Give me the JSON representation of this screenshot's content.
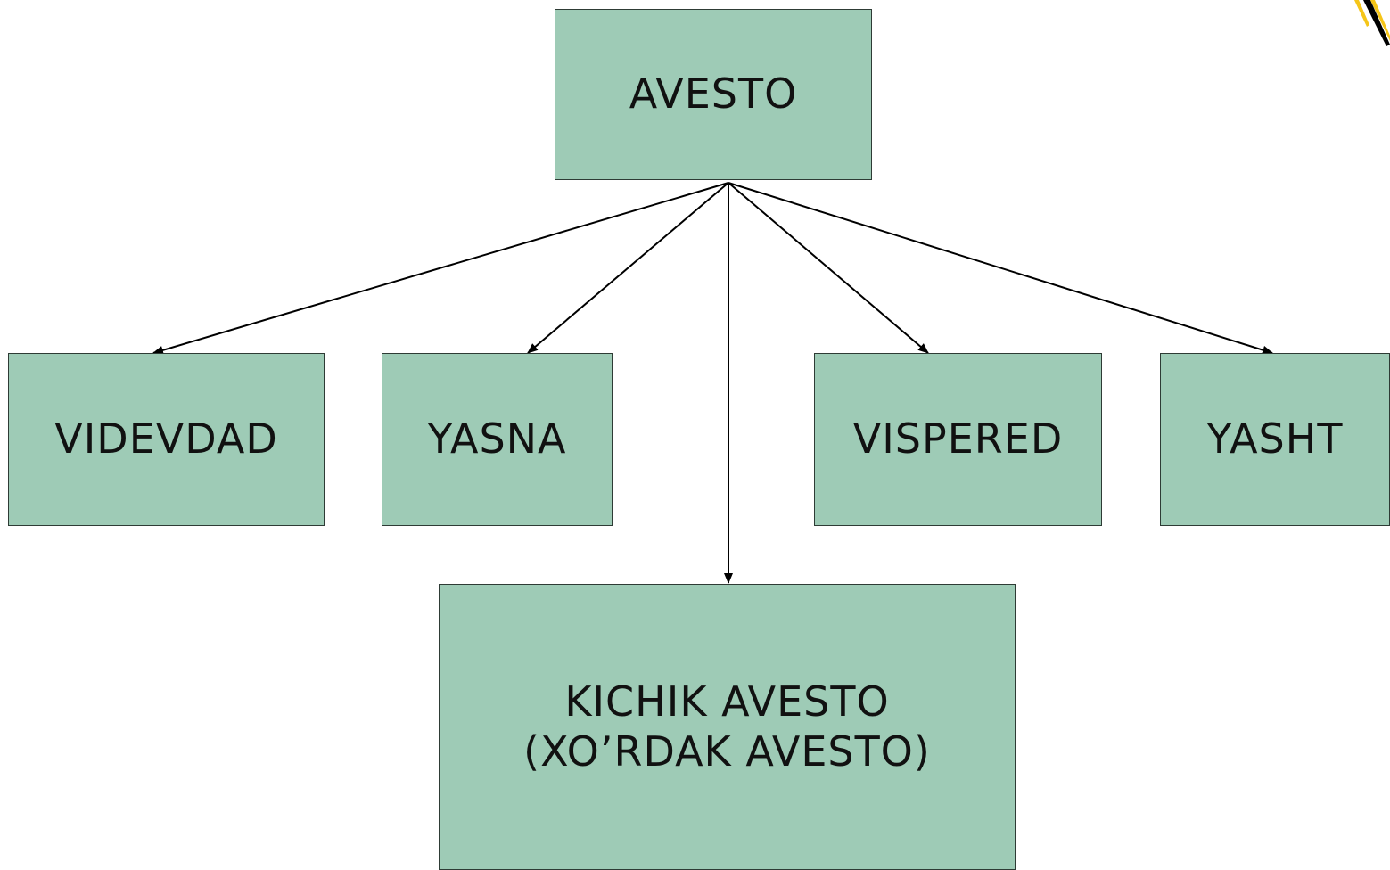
{
  "diagram": {
    "nodes": [
      {
        "id": "avesto",
        "label": "AVESTO"
      },
      {
        "id": "videvdad",
        "label": "VIDEVDAD"
      },
      {
        "id": "yasna",
        "label": "YASNA"
      },
      {
        "id": "vispered",
        "label": "VISPERED"
      },
      {
        "id": "yasht",
        "label": "YASHT"
      },
      {
        "id": "kichik",
        "label": "KICHIK AVESTO\n(XO’RDAK AVESTO)"
      }
    ],
    "edges": [
      {
        "from": "avesto",
        "to": "videvdad"
      },
      {
        "from": "avesto",
        "to": "yasna"
      },
      {
        "from": "avesto",
        "to": "kichik"
      },
      {
        "from": "avesto",
        "to": "vispered"
      },
      {
        "from": "avesto",
        "to": "yasht"
      }
    ]
  },
  "colors": {
    "node_fill": "#9ecbb6",
    "node_border": "#2e3b35",
    "arrow": "#000000"
  }
}
